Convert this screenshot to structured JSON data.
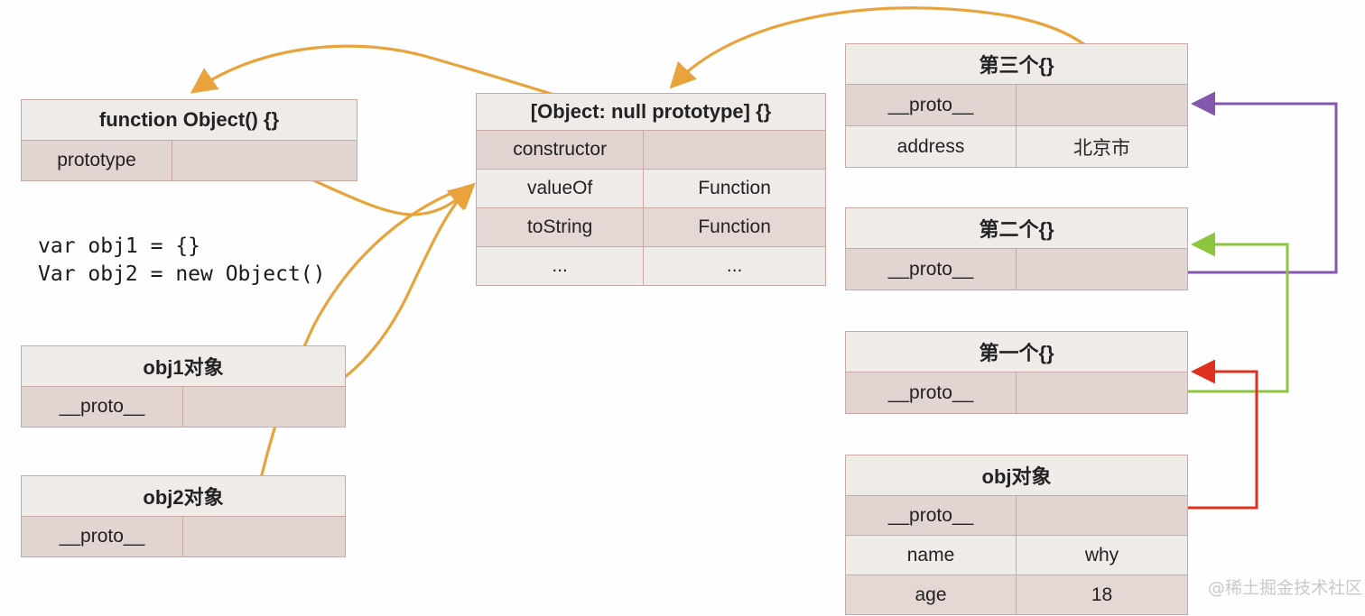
{
  "diagram": {
    "title": "JavaScript prototype chain diagram",
    "watermark": "@稀土掘金技术社区",
    "code_snippet": "var obj1 = {}\nVar obj2 = new Object()",
    "colors": {
      "box_border": "#c8a9a4",
      "row_dark": "#e2d4d0",
      "row_light": "#efebe9",
      "arrow_orange": "#e8a33d",
      "arrow_purple": "#8257ad",
      "arrow_green": "#8cc63f",
      "arrow_red": "#e03020",
      "watermark": "#c9c9c9"
    }
  },
  "tables": {
    "function_object": {
      "title": "function Object() {}",
      "rows": [
        {
          "key": "prototype",
          "value": ""
        }
      ]
    },
    "object_null_prototype": {
      "title": "[Object: null prototype] {}",
      "rows": [
        {
          "key": "constructor",
          "value": ""
        },
        {
          "key": "valueOf",
          "value": "Function"
        },
        {
          "key": "toString",
          "value": "Function"
        },
        {
          "key": "...",
          "value": "..."
        }
      ]
    },
    "obj1": {
      "title": "obj1对象",
      "rows": [
        {
          "key": "__proto__",
          "value": ""
        }
      ]
    },
    "obj2": {
      "title": "obj2对象",
      "rows": [
        {
          "key": "__proto__",
          "value": ""
        }
      ]
    },
    "third": {
      "title": "第三个{}",
      "rows": [
        {
          "key": "__proto__",
          "value": ""
        },
        {
          "key": "address",
          "value": "北京市"
        }
      ]
    },
    "second": {
      "title": "第二个{}",
      "rows": [
        {
          "key": "__proto__",
          "value": ""
        }
      ]
    },
    "first": {
      "title": "第一个{}",
      "rows": [
        {
          "key": "__proto__",
          "value": ""
        }
      ]
    },
    "obj": {
      "title": "obj对象",
      "rows": [
        {
          "key": "__proto__",
          "value": ""
        },
        {
          "key": "name",
          "value": "why"
        },
        {
          "key": "age",
          "value": "18"
        }
      ]
    }
  },
  "arrows": [
    {
      "name": "constructor-to-function-object",
      "color": "#e8a33d",
      "from": "object_null_prototype.constructor",
      "to": "function_object.title"
    },
    {
      "name": "third-proto-to-object-null-prototype",
      "color": "#e8a33d",
      "from": "third.__proto__",
      "to": "object_null_prototype.title"
    },
    {
      "name": "prototype-to-object-null-prototype",
      "color": "#e8a33d",
      "from": "function_object.prototype",
      "to": "object_null_prototype"
    },
    {
      "name": "obj1-proto-to-object-null-prototype",
      "color": "#e8a33d",
      "from": "obj1.__proto__",
      "to": "object_null_prototype"
    },
    {
      "name": "obj2-proto-to-object-null-prototype",
      "color": "#e8a33d",
      "from": "obj2.__proto__",
      "to": "object_null_prototype"
    },
    {
      "name": "second-proto-to-third",
      "color": "#8257ad",
      "from": "second.__proto__",
      "to": "third.__proto__"
    },
    {
      "name": "first-proto-to-second",
      "color": "#8cc63f",
      "from": "first.__proto__",
      "to": "second.__proto__"
    },
    {
      "name": "obj-proto-to-first",
      "color": "#e03020",
      "from": "obj.__proto__",
      "to": "first.__proto__"
    }
  ]
}
